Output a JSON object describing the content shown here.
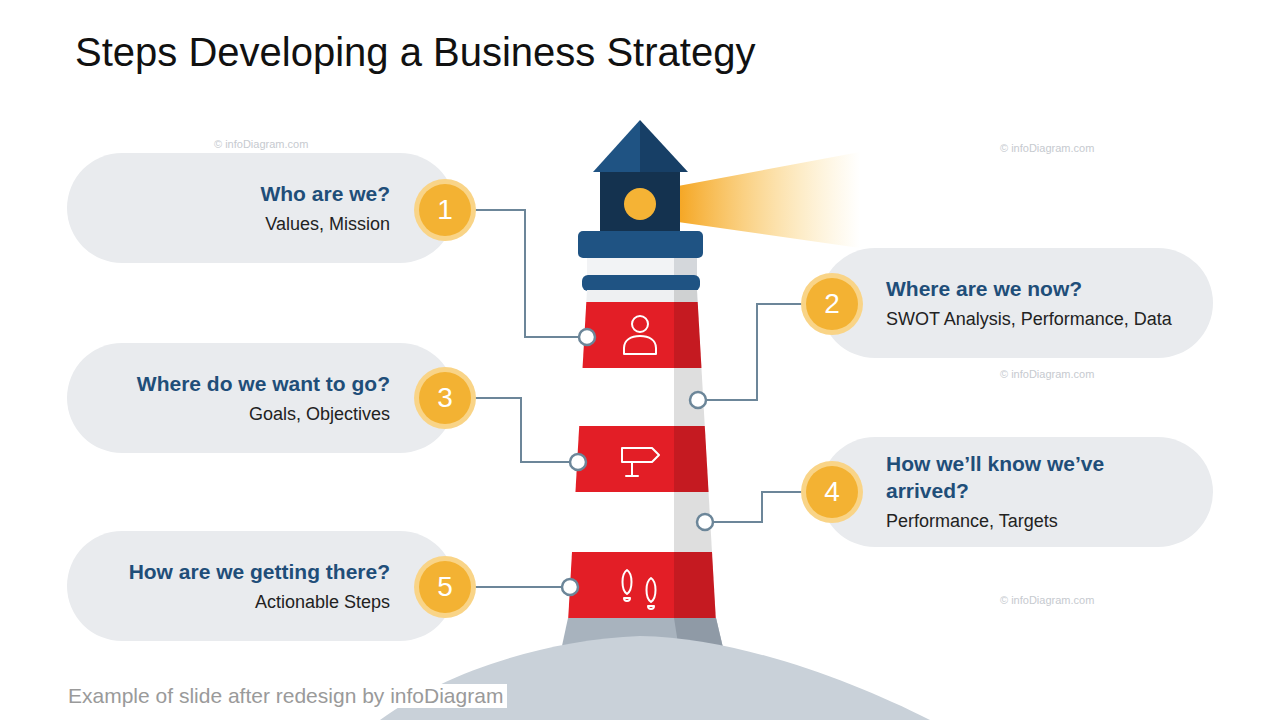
{
  "diagram": {
    "title": "Steps Developing a Business Strategy",
    "caption": "Example of slide after redesign by infoDiagram",
    "nodes": [
      {
        "text": [
          "Who are we?",
          "Values, Mission"
        ]
      },
      {
        "text": [
          "1"
        ]
      },
      {
        "text": [
          "Where are we now?",
          "SWOT Analysis, Performance, Data"
        ]
      },
      {
        "text": [
          "2"
        ]
      },
      {
        "text": [
          "Where do we want to go?",
          "Goals, Objectives"
        ]
      },
      {
        "text": [
          "3"
        ]
      },
      {
        "text": [
          "How we’ll know we’ve arrived?",
          "Performance, Targets"
        ]
      },
      {
        "text": [
          "4"
        ]
      },
      {
        "text": [
          "How are we getting there?",
          "Actionable Steps"
        ]
      },
      {
        "text": [
          "5"
        ]
      }
    ],
    "labels": [
      "© infoDiagram.com",
      "© infoDiagram.com",
      "© infoDiagram.com",
      "© infoDiagram.com"
    ]
  }
}
